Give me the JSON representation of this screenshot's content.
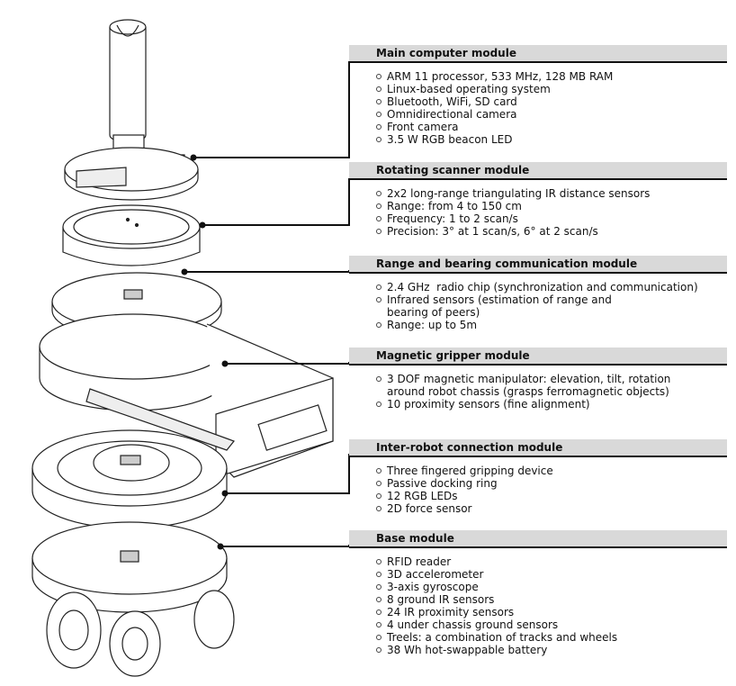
{
  "modules": [
    {
      "title": "Main computer module",
      "items": [
        "ARM 11 processor, 533 MHz, 128 MB RAM",
        "Linux-based operating system",
        "Bluetooth, WiFi, SD card",
        "Omnidirectional camera",
        "Front camera",
        "3.5 W RGB beacon LED"
      ]
    },
    {
      "title": "Rotating scanner module",
      "items": [
        "2x2 long-range triangulating IR distance sensors",
        "Range: from 4 to 150 cm",
        "Frequency: 1 to 2 scan/s",
        "Precision: 3° at 1 scan/s, 6° at 2 scan/s"
      ]
    },
    {
      "title": "Range and bearing communication module",
      "items": [
        "2.4 GHz  radio chip (synchronization and communication)",
        "Infrared sensors (estimation of range and\nbearing of peers)",
        "Range: up to 5m"
      ]
    },
    {
      "title": "Magnetic gripper module",
      "items": [
        "3 DOF magnetic manipulator: elevation, tilt, rotation\naround robot chassis (grasps ferromagnetic objects)",
        "10 proximity sensors (fine alignment)"
      ]
    },
    {
      "title": "Inter-robot connection module",
      "items": [
        "Three fingered gripping device",
        "Passive docking ring",
        "12 RGB LEDs",
        "2D force sensor"
      ]
    },
    {
      "title": "Base module",
      "items": [
        "RFID reader",
        "3D accelerometer",
        "3-axis gyroscope",
        "8 ground IR sensors",
        "24 IR proximity sensors",
        "4 under chassis ground sensors",
        "Treels: a combination of tracks and wheels",
        "38 Wh hot-swappable battery"
      ]
    }
  ]
}
